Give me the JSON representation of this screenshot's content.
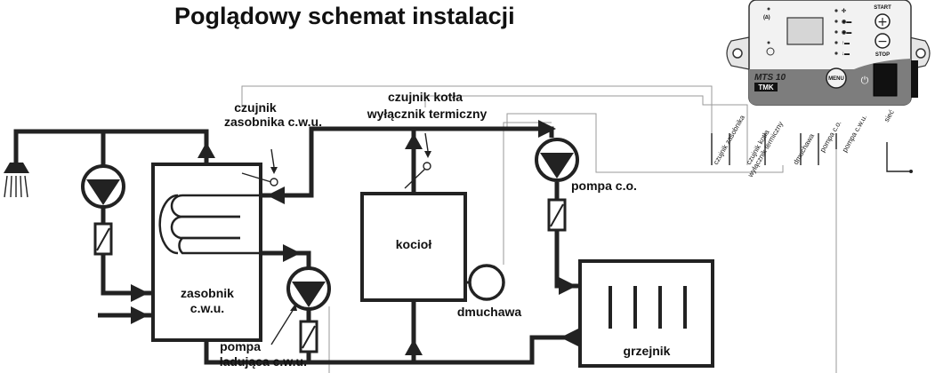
{
  "title": "Poglądowy schemat instalacji",
  "labels": {
    "sensor_tank_line1": "czujnik",
    "sensor_tank_line2": "zasobnika c.w.u.",
    "sensor_boiler_line1": "czujnik kotła",
    "sensor_boiler_line2": "wyłącznik termiczny",
    "pump_co": "pompa c.o.",
    "boiler": "kocioł",
    "blower": "dmuchawa",
    "tank_line1": "zasobnik",
    "tank_line2": "c.w.u.",
    "pump_charge_line1": "pompa",
    "pump_charge_line2": "ładująca c.w.u.",
    "radiator": "grzejnik"
  },
  "wire_labels": [
    "czujnik zasobnika",
    "czujnik kotła",
    "wyłącznik termiczny",
    "dmuchawa",
    "pompa c.o.",
    "pompa c.w.u.",
    "sieć"
  ],
  "controller": {
    "model": "MTS 10",
    "brand": "TMK",
    "start_label": "START",
    "stop_label": "STOP",
    "menu_label": "MENU",
    "plus_symbol": "+",
    "minus_symbol": "−",
    "power_symbol": "⏻"
  },
  "colors": {
    "pipe": "#222222",
    "wire": "#9a9a9a",
    "controller_panel": "#f2f2f2",
    "controller_band": "#7d7d7d"
  }
}
